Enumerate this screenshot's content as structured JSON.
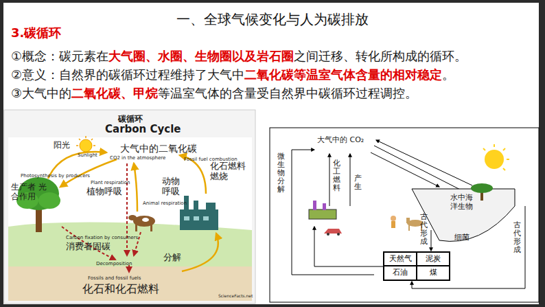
{
  "diagram": {
    "title": "一、全球气候变化与人为碳排放",
    "nodes": [
      {
        "text": [
          "天然气",
          "泥炭",
          "石油",
          "煤"
        ]
      }
    ],
    "labels": [
      "3.碳循环",
      "①概念：碳元素在",
      "大气圈、水圈、生物圈以及岩石圈",
      "之间迁移、转化所构成的循环。",
      "②意义：自然界的碳循环过程维持了大气中",
      "二氧化碳等温室气体含量的相对稳定",
      "。",
      "③大气中的",
      "二氧化碳、甲烷",
      "等温室气体的含量受自然界中碳循环过程调控。",
      "碳循环",
      "Carbon Cycle",
      "Sunlight",
      "阳光",
      "CO2 in the atmosphere",
      "大气中的二氧化碳",
      "Photosynthesis by producers",
      "生产者 光合作用",
      "Plant respiration",
      "植物呼吸",
      "Animal respiration",
      "动物 呼吸",
      "Fossil fuel combustion",
      "化石燃料 燃烧",
      "Carbon fixation by consumers",
      "消费者固碳",
      "Decomposition",
      "分解",
      "Fossils and fossil fuels",
      "化石和化石燃料",
      "ScienceFacts.net",
      "大气中的 CO₂",
      "微生物分解",
      "化工燃料",
      "产生",
      "水中海洋生物",
      "细菌",
      "古代形成",
      "古代形成"
    ]
  }
}
